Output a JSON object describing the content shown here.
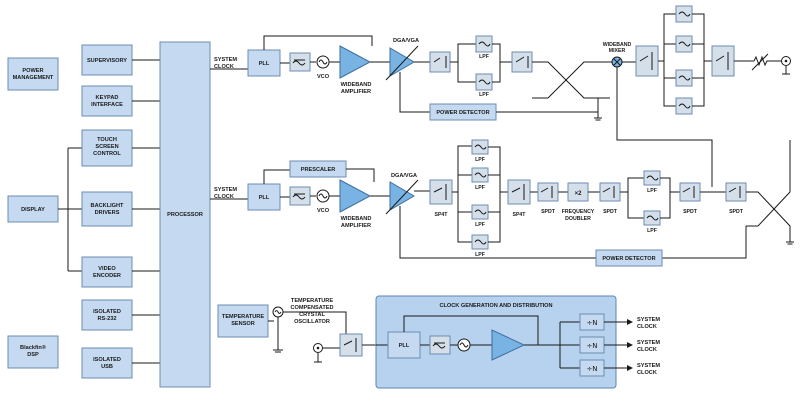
{
  "blocks": {
    "power_management": [
      "POWER",
      "MANAGEMENT"
    ],
    "supervisory": [
      "SUPERVISORY"
    ],
    "keypad": [
      "KEYPAD",
      "INTERFACE"
    ],
    "touch": [
      "TOUCH",
      "SCREEN",
      "CONTROL"
    ],
    "display": [
      "DISPLAY"
    ],
    "backlight": [
      "BACKLIGHT",
      "DRIVERS"
    ],
    "video": [
      "VIDEO",
      "ENCODER"
    ],
    "rs232": [
      "ISOLATED",
      "RS-232"
    ],
    "blackfin": [
      "Blackfin®",
      "DSP"
    ],
    "usb": [
      "ISOLATED",
      "USB"
    ],
    "processor": [
      "PROCESSOR"
    ],
    "temp_sensor": [
      "TEMPERATURE",
      "SENSOR"
    ]
  },
  "chain1": {
    "system_clock": [
      "SYSTEM",
      "CLOCK"
    ],
    "pll": "PLL",
    "vco": "VCO",
    "wideband_amp": [
      "WIDEBAND",
      "AMPLIFIER"
    ],
    "dga": "DGA/VGA",
    "lpf_top": "LPF",
    "lpf_bottom": "LPF",
    "power_detector": "POWER DETECTOR",
    "wideband_mixer": [
      "WIDEBAND",
      "MIXER"
    ]
  },
  "chain2": {
    "system_clock": [
      "SYSTEM",
      "CLOCK"
    ],
    "pll": "PLL",
    "vco": "VCO",
    "prescaler": "PRESCALER",
    "wideband_amp": [
      "WIDEBAND",
      "AMPLIFIER"
    ],
    "dga": "DGA/VGA",
    "lpfs": [
      "LPF",
      "LPF",
      "LPF",
      "LPF"
    ],
    "sp4t_left": "SP4T",
    "sp4t_right": "SP4T",
    "spdt_1": "SPDT",
    "doubler_symbol": "×2",
    "doubler": [
      "FREQUENCY",
      "DOUBLER"
    ],
    "spdt_2": "SPDT",
    "lpf_upper": "LPF",
    "lpf_lower": "LPF",
    "spdt_3": "SPDT",
    "spdt_4": "SPDT",
    "power_detector": "POWER DETECTOR"
  },
  "clock_section": {
    "tcxo": [
      "TEMPERATURE",
      "COMPENSATED",
      "CRYSTAL",
      "OSCILLATOR"
    ],
    "title": "CLOCK GENERATION AND DISTRIBUTION",
    "pll": "PLL",
    "dividers": [
      "÷N",
      "÷N",
      "÷N"
    ],
    "outputs": [
      [
        "SYSTEM",
        "CLOCK"
      ],
      [
        "SYSTEM",
        "CLOCK"
      ],
      [
        "SYSTEM",
        "CLOCK"
      ]
    ]
  }
}
